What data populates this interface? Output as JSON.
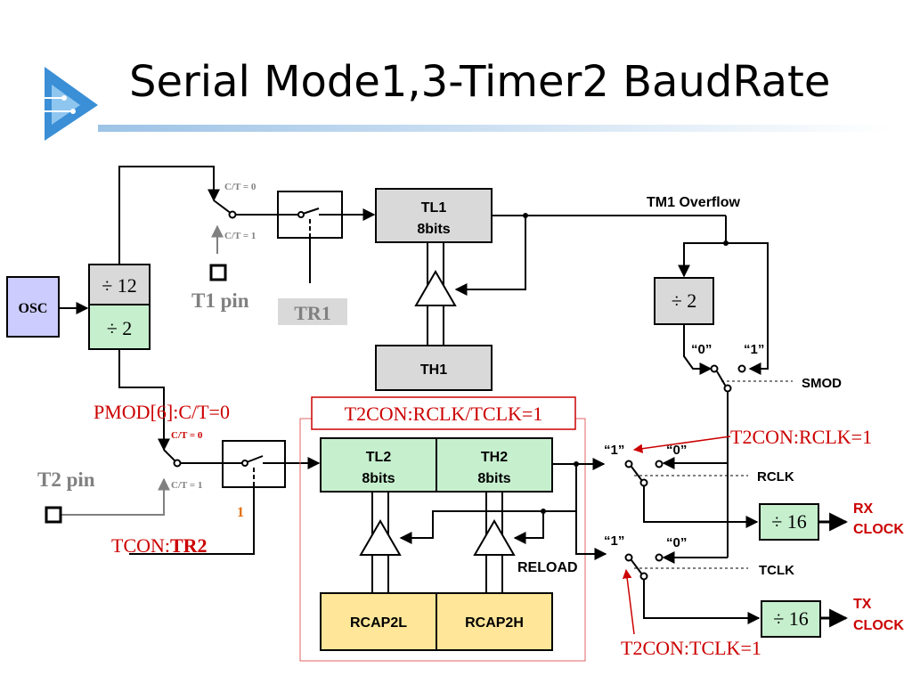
{
  "slide": {
    "title": "Serial Mode1,3-Timer2 BaudRate"
  },
  "blocks": {
    "osc": "OSC",
    "div12": "÷ 12",
    "div2_green": "÷ 2",
    "div2_gray": "÷ 2",
    "tl1_line1": "TL1",
    "tl1_line2": "8bits",
    "th1": "TH1",
    "tl2_line1": "TL2",
    "tl2_line2": "8bits",
    "th2_line1": "TH2",
    "th2_line2": "8bits",
    "rcap2l": "RCAP2L",
    "rcap2h": "RCAP2H",
    "div16_rx": "÷ 16",
    "div16_tx": "÷ 16"
  },
  "labels": {
    "ct0_top": "C/T = 0",
    "ct1_top": "C/T = 1",
    "t1_pin": "T1 pin",
    "tr1": "TR1",
    "tm1_overflow": "TM1  Overflow",
    "q0_smod": "“0”",
    "q1_smod": "“1”",
    "smod": "SMOD",
    "pmod": "PMOD[6]:C/T=0",
    "ct0_bottom": "C/T = 0",
    "ct1_bottom": "C/T = 1",
    "t2_pin": "T2 pin",
    "one": "1",
    "tcon_prefix": "TCON:",
    "tcon_bold": "TR2",
    "t2con_rclk_tclk": "T2CON:RCLK/TCLK=1",
    "t2con_rclk": "T2CON:RCLK=1",
    "t2con_tclk": "T2CON:TCLK=1",
    "q1_rclk": "“1”",
    "q0_rclk": "“0”",
    "rclk": "RCLK",
    "q1_tclk": "“1”",
    "q0_tclk": "“0”",
    "tclk": "TCLK",
    "reload": "RELOAD",
    "rx_line1": "RX",
    "rx_line2": "CLOCK",
    "tx_line1": "TX",
    "tx_line2": "CLOCK"
  },
  "colors": {
    "osc_fill": "#ccccff",
    "green_fill": "#c6efce",
    "gray_fill": "#d9d9d9",
    "yellow_fill": "#ffe699",
    "red": "#cc0000",
    "gray_text": "#808080",
    "title_underline": "#9dc3e6"
  }
}
